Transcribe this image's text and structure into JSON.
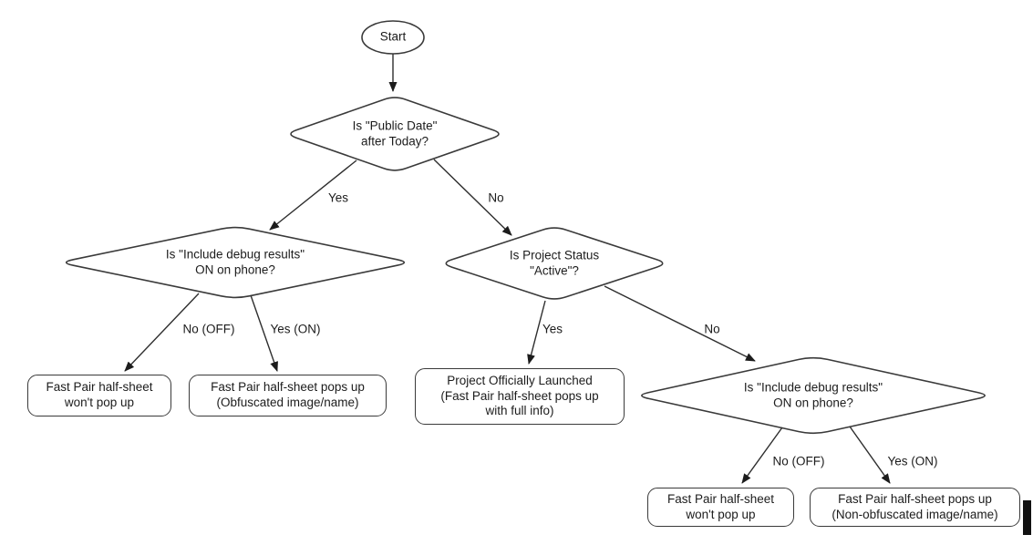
{
  "diagram": {
    "background": "#ffffff",
    "stroke_color": "#3a3a3a",
    "text_color": "#1c1c1c",
    "nodes": {
      "start": "Start",
      "decision_public_date": "Is \"Public Date\"\nafter Today?",
      "decision_debug_left": "Is \"Include debug results\"\nON on phone?",
      "decision_project_status": "Is Project Status\n\"Active\"?",
      "decision_debug_right": "Is \"Include debug results\"\nON on phone?",
      "result_wont_popup_left": "Fast Pair half-sheet\nwon't pop up",
      "result_obfuscated": "Fast Pair half-sheet pops up\n(Obfuscated image/name)",
      "result_launched": "Project Officially Launched\n(Fast Pair half-sheet pops up\nwith full info)",
      "result_wont_popup_right": "Fast Pair half-sheet\nwon't pop up",
      "result_non_obfuscated": "Fast Pair half-sheet pops up\n(Non-obfuscated image/name)"
    },
    "edge_labels": {
      "public_date_yes": "Yes",
      "public_date_no": "No",
      "debug_left_no": "No (OFF)",
      "debug_left_yes": "Yes (ON)",
      "status_yes": "Yes",
      "status_no": "No",
      "debug_right_no": "No (OFF)",
      "debug_right_yes": "Yes (ON)"
    }
  }
}
